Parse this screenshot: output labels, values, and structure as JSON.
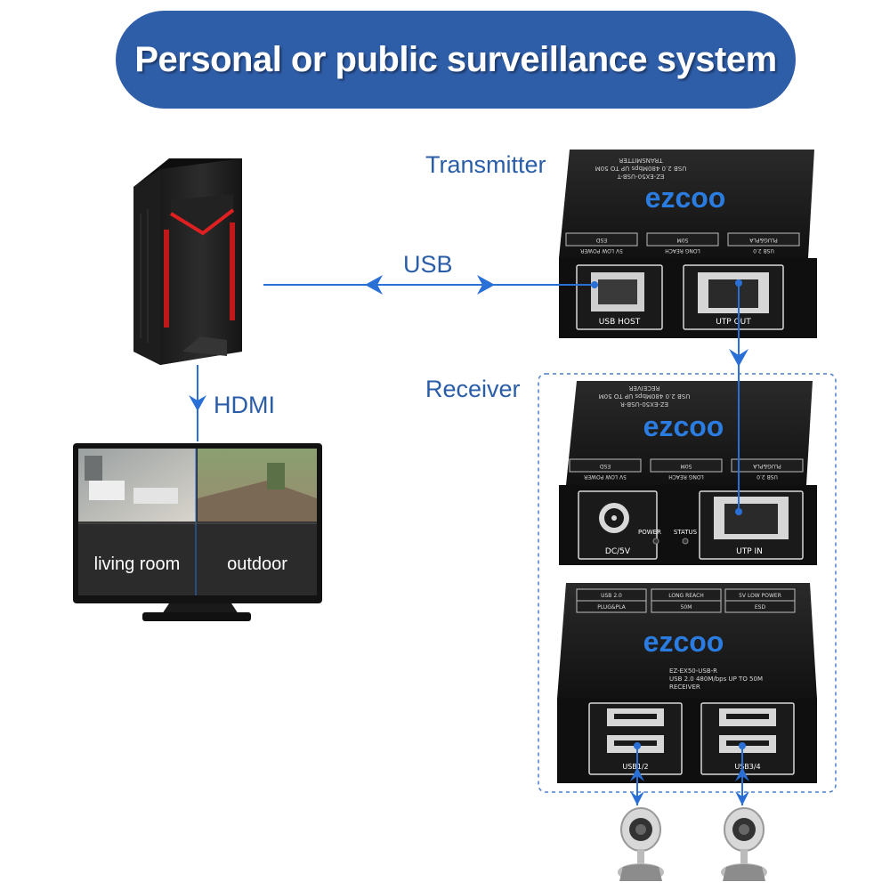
{
  "title": "Personal or public surveillance system",
  "labels": {
    "transmitter": "Transmitter",
    "receiver": "Receiver",
    "usb": "USB",
    "hdmi": "HDMI"
  },
  "monitor": {
    "room_left": "living room",
    "room_right": "outdoor"
  },
  "transmitter_device": {
    "brand": "ezcoo",
    "model_lines": [
      "EZ-EX50-USB-T",
      "USB 2.0 480Mbps UP TO 50M",
      "TRANSMITTER"
    ],
    "tags": [
      "5V LOW POWER",
      "ESD",
      "LONG REACH",
      "50M",
      "USB 2.0",
      "PLUG&PLA"
    ],
    "ports": [
      "USB HOST",
      "UTP OUT"
    ]
  },
  "receiver_front": {
    "brand": "ezcoo",
    "model_lines": [
      "EZ-EX50-USB-R",
      "USB 2.0 480Mbps UP TO 50M",
      "RECEIVER"
    ],
    "tags": [
      "5V LOW POWER",
      "ESD",
      "LONG REACH",
      "50M",
      "USB 2.0",
      "PLUG&PLA"
    ],
    "ports": [
      "DC/5V",
      "UTP IN"
    ],
    "leds": [
      "POWER",
      "STATUS"
    ]
  },
  "receiver_back": {
    "brand": "ezcoo",
    "model_lines": [
      "EZ-EX50-USB-R",
      "USB 2.0 480M/bps UP TO 50M",
      "RECEIVER"
    ],
    "tags": [
      "USB 2.0",
      "PLUG&PLA",
      "LONG REACH",
      "50M",
      "5V LOW POWER",
      "ESD"
    ],
    "ports": [
      "USB1/2",
      "USB3/4"
    ]
  },
  "colors": {
    "banner": "#2f5ea8",
    "accent": "#2a6fd6",
    "label": "#2a5da8",
    "pc_red": "#e02020"
  }
}
